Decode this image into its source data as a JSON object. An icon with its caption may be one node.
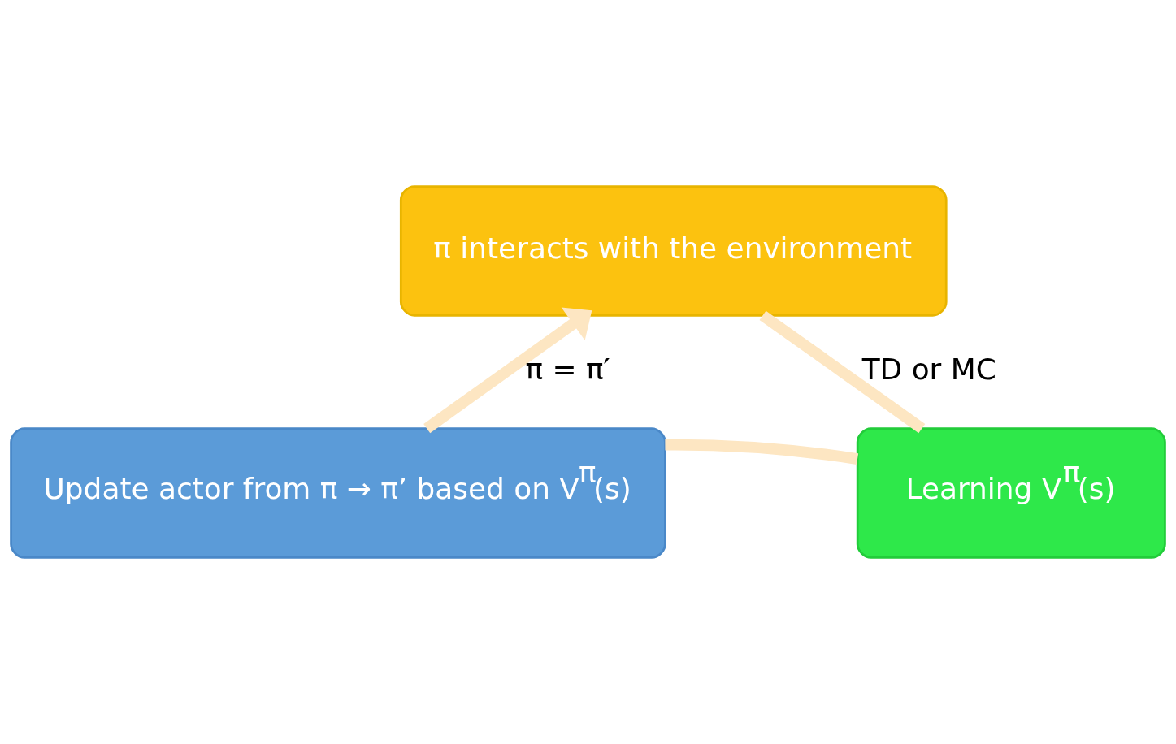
{
  "diagram": {
    "nodes": [
      {
        "text": [
          "π interacts with the environment"
        ]
      },
      {
        "text": [
          "Learning V$^{π}$(s)"
        ]
      },
      {
        "text": [
          "Update actor from π → π’ based on V$^{π}$(s)"
        ]
      }
    ],
    "edges": [
      {
        "from": 0,
        "to": 1,
        "arrow": "none",
        "label": "TD or MC"
      },
      {
        "from": 1,
        "to": 2,
        "arrow": "none"
      },
      {
        "from": 2,
        "to": 0,
        "arrow": "to",
        "label": "π = π′"
      }
    ]
  }
}
